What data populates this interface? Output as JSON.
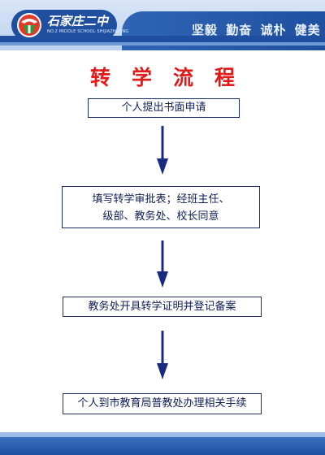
{
  "header": {
    "school_name": "石家庄二中",
    "school_subtitle": "NO.2 MIDDLE SCHOOL SHIJIAZHUANG",
    "motto": "坚毅 勤奋 诚朴 健美"
  },
  "title": "转学流程",
  "steps": [
    {
      "text": "个人提出书面申请"
    },
    {
      "line1": "填写转学审批表；经班主任、",
      "line2": "级部、教务处、校长同意"
    },
    {
      "text": "教务处开具转学证明并登记备案"
    },
    {
      "text": "个人到市教育局普教处办理相关手续"
    }
  ],
  "colors": {
    "header_blue": "#1f4f9e",
    "title_red": "#e21a1a",
    "arrow_navy": "#1a2a80",
    "box_border": "#1a2e6e"
  },
  "icons": {
    "logo": "school-emblem-icon",
    "arrow": "arrow-down-icon"
  }
}
